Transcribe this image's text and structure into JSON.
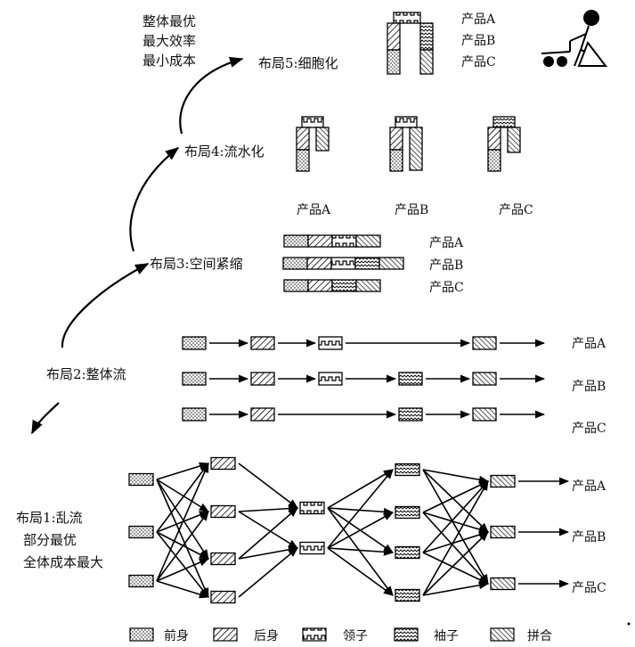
{
  "stages": {
    "layout1": {
      "title": "布局1:乱流",
      "line2": "部分最优",
      "line3": "全体成本最大"
    },
    "layout2": {
      "title": "布局2:整体流"
    },
    "layout3": {
      "title": "布局3:空间紧缩"
    },
    "layout4": {
      "title": "布局4:流水化"
    },
    "layout5": {
      "title": "布局5:细胞化"
    }
  },
  "goals": [
    "整体最优",
    "最大效率",
    "最小成本"
  ],
  "products": [
    "产品A",
    "产品B",
    "产品C"
  ],
  "legend": [
    {
      "pattern": "dots",
      "label": "前身"
    },
    {
      "pattern": "diag",
      "label": "后身"
    },
    {
      "pattern": "collar",
      "label": "领子"
    },
    {
      "pattern": "wave",
      "label": "袖子"
    },
    {
      "pattern": "cross",
      "label": "拼合"
    }
  ]
}
